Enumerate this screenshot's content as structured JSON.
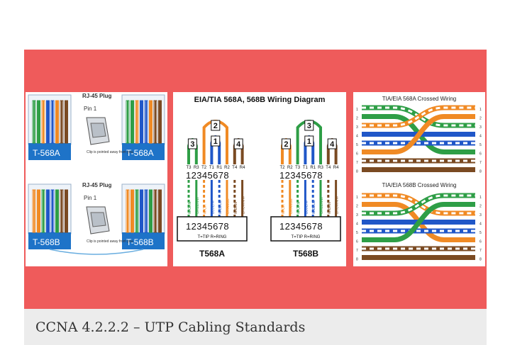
{
  "caption": "CCNA 4.2.2.2 – UTP Cabling Standards",
  "colors": {
    "frame": "#ef5b5b",
    "caption_bg": "#ececec",
    "connector_blue": "#1e73c8"
  },
  "connectors_panel": {
    "plug_title": "RJ-45 Plug",
    "pin_label": "Pin 1",
    "clip_note": "Clip is pointed away from you.",
    "label_568a": "T-568A",
    "label_568b": "T-568B"
  },
  "wiring_diagram": {
    "title": "EIA/TIA 568A, 568B Wiring Diagram",
    "pin_numbers": "12345678",
    "legend": "T=TIP R=RING",
    "label_a": "T568A",
    "label_b": "T568B",
    "pair_numbers_a": [
      "3",
      "2",
      "1",
      "4"
    ],
    "pair_numbers_b": [
      "2",
      "3",
      "1",
      "4"
    ],
    "tip_ring_a": [
      "T3",
      "R3",
      "T2",
      "T1",
      "R1",
      "R2",
      "T4",
      "R4"
    ],
    "tip_ring_b": [
      "T2",
      "R2",
      "T3",
      "T1",
      "R1",
      "R3",
      "T4",
      "R4"
    ],
    "wires_a": [
      "W/GRN",
      "GREEN/W",
      "W/OR",
      "BLUE/W",
      "W/BLUE",
      "ORANGE",
      "W/BRN",
      "BROWN/W"
    ],
    "wires_b": [
      "W/OR",
      "ORANGE",
      "W/GRN",
      "BLUE/W",
      "W/BLUE",
      "GREEN/W",
      "W/BRN",
      "BROWN/W"
    ]
  },
  "crossed_panel": {
    "title_a": "TIA/EIA 568A Crossed Wiring",
    "title_b": "TIA/EIA 568B Crossed Wiring",
    "pins": [
      "1",
      "2",
      "3",
      "4",
      "5",
      "6",
      "7",
      "8"
    ]
  }
}
